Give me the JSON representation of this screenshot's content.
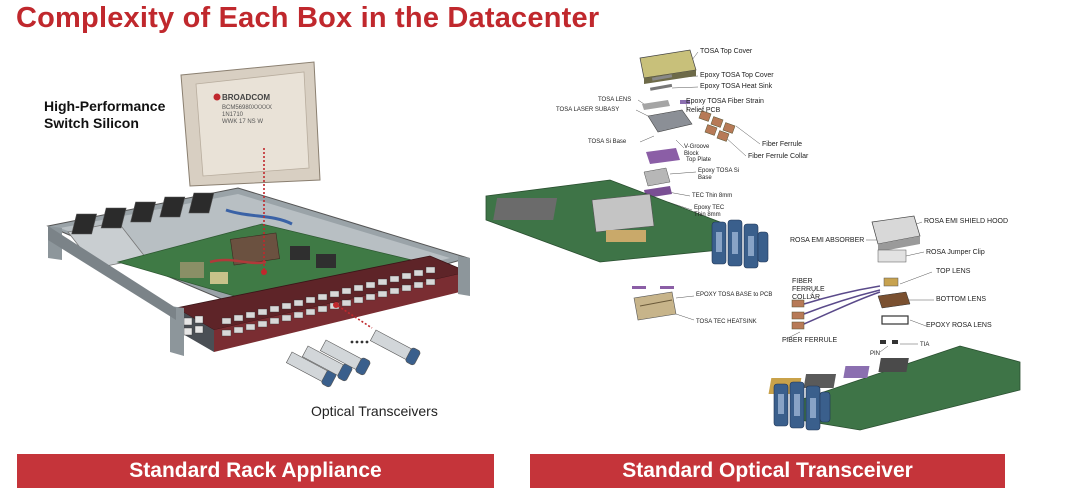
{
  "title": "Complexity of Each Box in the Datacenter",
  "left": {
    "switch_label_line1": "High-Performance",
    "switch_label_line2": "Switch Silicon",
    "chip_brand": "BROADCOM",
    "chip_line1": "BCM56980XXXXX",
    "chip_line2": "1N1710",
    "chip_line3": "WWK 17 NS W",
    "transceivers_label": "Optical Transceivers",
    "banner": "Standard Rack Appliance"
  },
  "right": {
    "labels": {
      "tosa_top_cover": "TOSA Top Cover",
      "epoxy_tosa_top_cover": "Epoxy TOSA Top Cover",
      "epoxy_tosa_heat_sink": "Epoxy TOSA Heat Sink",
      "tosa_lens": "TOSA LENS",
      "tosa_laser_subasy": "TOSA LASER SUBASY",
      "epoxy_fiber_strain": "Epoxy TOSA Fiber Strain",
      "relief_pcb": "Relief PCB",
      "fiber_ferrule": "Fiber Ferrule",
      "fiber_ferrule_collar": "Fiber Ferrule Collar",
      "tosa_si_base": "TOSA Si Base",
      "vgroove_block": "V-Groove Block",
      "top_plate": "Top Plate",
      "epoxy_tosa_si_base": "Epoxy TOSA Si Base",
      "tec_thin": "TEC Thin 8mm",
      "epoxy_tec_thin": "Epoxy TEC Thin 8mm",
      "rosa_emi_shield_hood": "ROSA EMI SHIELD HOOD",
      "rosa_emi_absorber": "ROSA EMI ABSORBER",
      "rosa_jumper_clip": "ROSA Jumper Clip",
      "top_lens": "TOP LENS",
      "fiber_ferrule_collar_caps": "FIBER FERRULE COLLAR",
      "bottom_lens": "BOTTOM LENS",
      "epoxy_rosa_lens": "EPOXY ROSA LENS",
      "fiber_ferrule_caps": "FIBER FERRULE",
      "pin": "PIN",
      "tia": "TIA",
      "epoxy_tosa_base_pcb": "EPOXY TOSA BASE to PCB",
      "tosa_tec_heatsink": "TOSA TEC HEATSINK"
    },
    "banner": "Standard Optical Transceiver"
  },
  "colors": {
    "accent_red": "#c0282d",
    "banner_red": "#c5343a",
    "pcb_green": "#3f7a45",
    "switch_panel": "#6a2a2e",
    "connector_blue": "#3a5f8c"
  }
}
